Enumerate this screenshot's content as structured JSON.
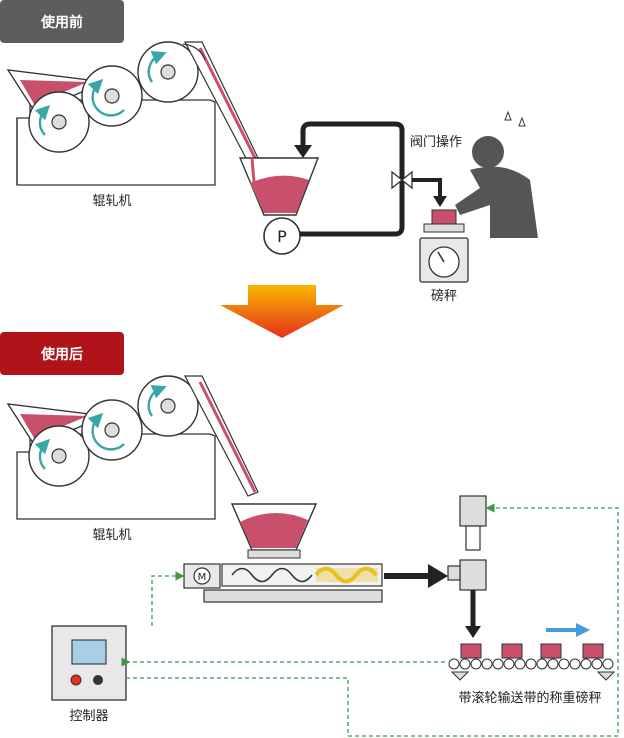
{
  "before": {
    "badge": "使用前",
    "roller_label": "辊轧机",
    "pump_letter": "P",
    "valve_label": "阀门操作",
    "scale_label": "磅秤"
  },
  "after": {
    "badge": "使用后",
    "roller_label": "辊轧机",
    "motor_letter": "M",
    "controller_label": "控制器",
    "conveyor_label": "带滚轮输送带的称重磅秤"
  },
  "colors": {
    "before_badge": "#5d5d5d",
    "after_badge": "#b0141a",
    "material": "#c9506a",
    "rotation_arrow": "#3aa6a6",
    "flow_arrow": "#222222",
    "transition_arrow_top": "#f7b500",
    "transition_arrow_bottom": "#e8301e",
    "signal_line": "#3a9a4a",
    "conveyor_arrow": "#4a9ad8",
    "operator": "#555555",
    "screw": "#e8c020"
  }
}
